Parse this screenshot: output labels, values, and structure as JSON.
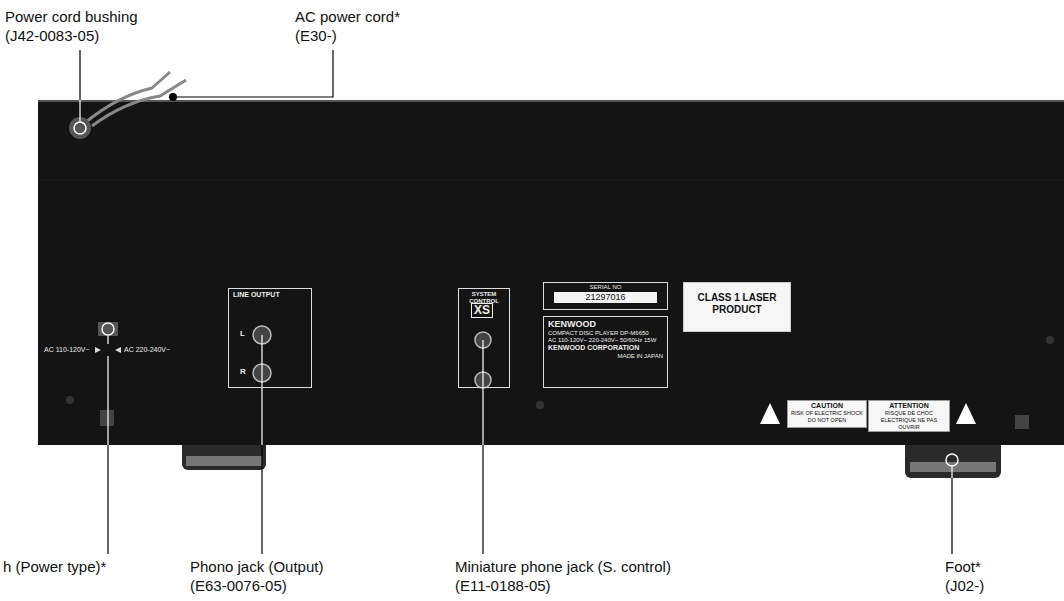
{
  "diagram": {
    "nodes": [
      {
        "text": [
          "LINE OUTPUT"
        ]
      },
      {
        "text": [
          "SYSTEM CONTROL"
        ]
      },
      {
        "text": [
          "SERIAL NO",
          "21297016"
        ]
      },
      {
        "text": [
          "KENWOOD",
          "COMPACT DISC PLAYER DP-M6650",
          "AC 110-120V~ 220-240V~ 50/60Hz 15W",
          "KENWOOD CORPORATION",
          "MADE IN JAPAN"
        ]
      },
      {
        "text": [
          "CLASS 1 LASER PRODUCT"
        ]
      },
      {
        "text": [
          "CAUTION",
          "RISK OF ELECTRIC SHOCK DO NOT OPEN"
        ]
      },
      {
        "text": [
          "ATTENTION",
          "RISQUE DE CHOC ELECTRIQUE NE PAS OUVRIR"
        ]
      }
    ],
    "labels": [
      "Power cord bushing (J42-0083-05)",
      "AC power cord* (E30-)",
      "h (Power type)*",
      "Phono jack (Output) (E63-0076-05)",
      "Miniature phone jack (S. control) (E11-0188-05)",
      "Foot* (J02-)",
      "AC 110-120V~",
      "AC 220-240V~",
      "L",
      "R",
      "XS"
    ]
  }
}
